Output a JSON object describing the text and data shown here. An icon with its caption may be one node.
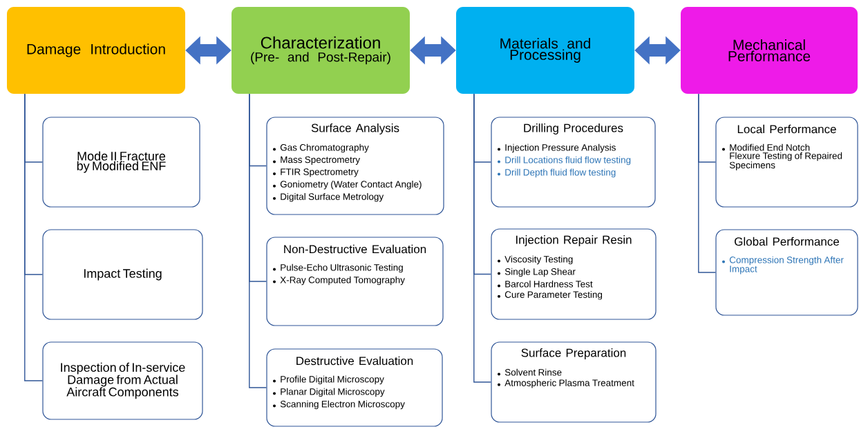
{
  "diagram": {
    "nodes": [
      {
        "text": [
          "Damage Introduction"
        ]
      },
      {
        "text": [
          "Characterization",
          "(Pre- and Post-Repair)"
        ]
      },
      {
        "text": [
          "Materials and Processing"
        ]
      },
      {
        "text": [
          "Mechanical Performance"
        ]
      },
      {
        "text": [
          "Mode II Fracture by Modified ENF"
        ]
      },
      {
        "text": [
          "Impact Testing"
        ]
      },
      {
        "text": [
          "Inspection of In-service Damage from Actual Aircraft Components"
        ]
      },
      {
        "text": [
          "Surface Analysis",
          "Gas Chromatography",
          "Mass Spectrometry",
          "FTIR Spectrometry",
          "Goniometry (Water Contact Angle)",
          "Digital Surface Metrology"
        ]
      },
      {
        "text": [
          "Non-Destructive Evaluation",
          "Pulse-Echo Ultrasonic Testing",
          "X-Ray Computed Tomography"
        ]
      },
      {
        "text": [
          "Destructive Evaluation",
          "Profile Digital Microscopy",
          "Planar Digital Microscopy",
          "Scanning Electron Microscopy"
        ]
      },
      {
        "text": [
          "Drilling Procedures",
          "Injection Pressure Analysis",
          "Drill Locations fluid flow testing",
          "Drill Depth fluid flow testing"
        ]
      },
      {
        "text": [
          "Injection Repair Resin",
          "Viscosity Testing",
          "Single Lap Shear",
          "Barcol Hardness Test",
          "Cure Parameter Testing"
        ]
      },
      {
        "text": [
          "Surface Preparation",
          "Solvent Rinse",
          "Atmospheric Plasma Treatment"
        ]
      },
      {
        "text": [
          "Local Performance",
          "Modified End Notch Flexure Testing of Repaired Specimens"
        ]
      },
      {
        "text": [
          "Global Performance",
          "Compression Strength After Impact"
        ]
      }
    ],
    "edges": [
      {
        "from": 0,
        "to": 1,
        "arrow": "both",
        "style": "thick",
        "color": "#4472c4"
      },
      {
        "from": 1,
        "to": 2,
        "arrow": "both",
        "style": "thick",
        "color": "#4472c4"
      },
      {
        "from": 2,
        "to": 3,
        "arrow": "both",
        "style": "thick",
        "color": "#4472c4"
      },
      {
        "from": 0,
        "to": 4,
        "arrow": "none"
      },
      {
        "from": 0,
        "to": 5,
        "arrow": "none"
      },
      {
        "from": 0,
        "to": 6,
        "arrow": "none"
      },
      {
        "from": 1,
        "to": 7,
        "arrow": "none"
      },
      {
        "from": 1,
        "to": 8,
        "arrow": "none"
      },
      {
        "from": 1,
        "to": 9,
        "arrow": "none"
      },
      {
        "from": 2,
        "to": 10,
        "arrow": "none"
      },
      {
        "from": 2,
        "to": 11,
        "arrow": "none"
      },
      {
        "from": 2,
        "to": 12,
        "arrow": "none"
      },
      {
        "from": 3,
        "to": 13,
        "arrow": "none"
      },
      {
        "from": 3,
        "to": 14,
        "arrow": "none"
      }
    ]
  }
}
